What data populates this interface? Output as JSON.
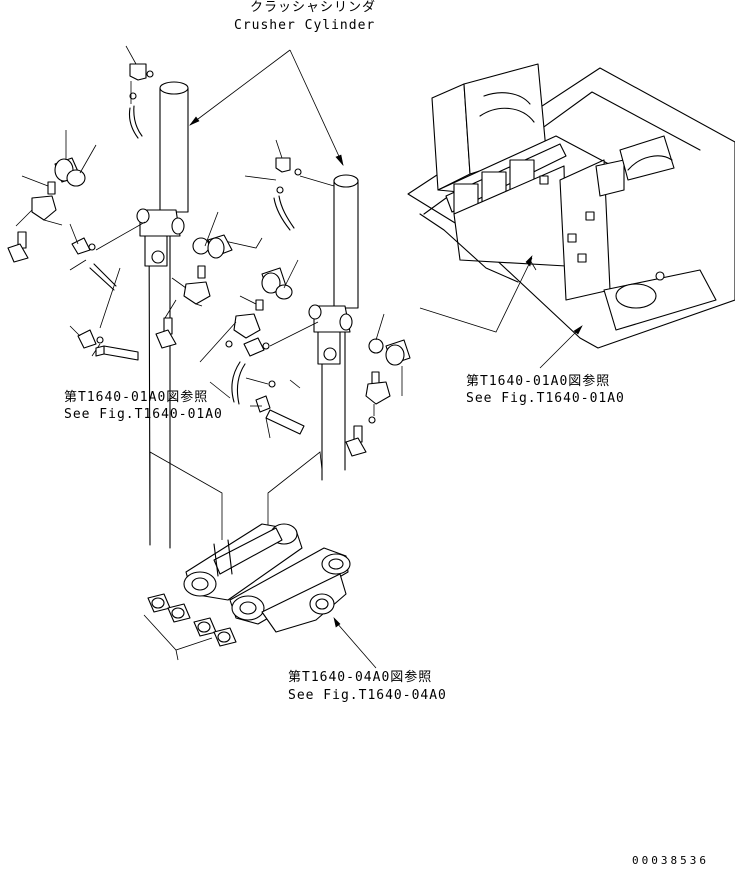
{
  "labels": {
    "crusher_cylinder_jp": "クラッシャシリンダ",
    "crusher_cylinder_en": "Crusher Cylinder",
    "ref_left_jp": "第T1640-01A0図参照",
    "ref_left_en": "See Fig.T1640-01A0",
    "ref_right_jp": "第T1640-01A0図参照",
    "ref_right_en": "See Fig.T1640-01A0",
    "ref_bottom_jp": "第T1640-04A0図参照",
    "ref_bottom_en": "See Fig.T1640-04A0"
  },
  "drawing_number": "00038536"
}
